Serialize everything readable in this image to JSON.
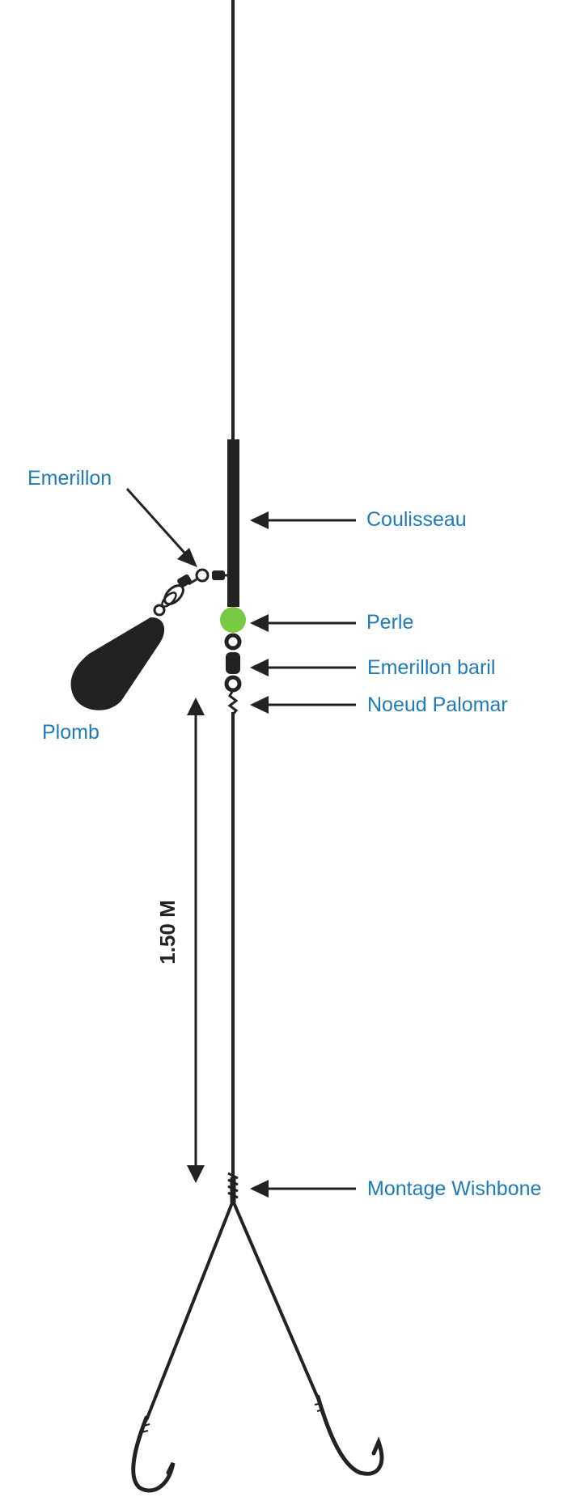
{
  "labels": {
    "emerillon": "Emerillon",
    "coulisseau": "Coulisseau",
    "perle": "Perle",
    "emerillon_baril": "Emerillon baril",
    "noeud_palomar": "Noeud Palomar",
    "plomb": "Plomb",
    "montage_wishbone": "Montage Wishbone"
  },
  "dimension": {
    "length_label": "1.50 M"
  },
  "colors": {
    "label_text": "#1f7ab8",
    "line": "#222222",
    "bead": "#7ac943",
    "background": "#ffffff"
  }
}
